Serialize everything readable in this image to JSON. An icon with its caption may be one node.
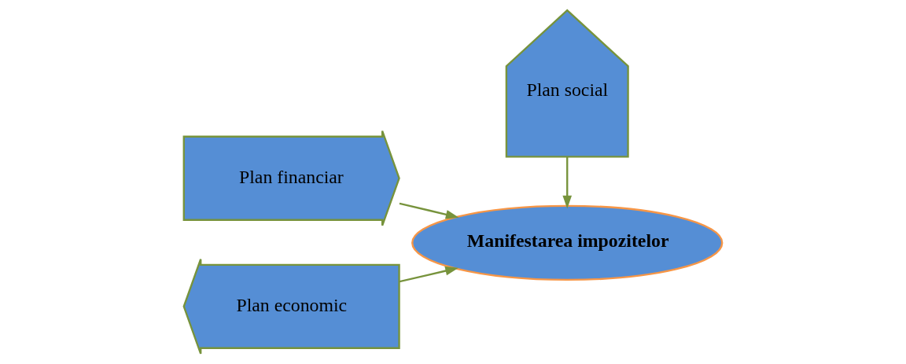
{
  "diagram": {
    "nodes": [
      {
        "text": [
          "Plan financiar"
        ]
      },
      {
        "text": [
          "Manifestarea impozitelor"
        ]
      },
      {
        "text": [
          "Plan economic"
        ]
      },
      {
        "text": [
          "Plan social"
        ]
      }
    ],
    "edges": [
      {
        "from": 0,
        "to": 1,
        "arrow": "to"
      },
      {
        "from": 2,
        "to": 1,
        "arrow": "to"
      },
      {
        "from": 3,
        "to": 1,
        "arrow": "to"
      }
    ]
  }
}
